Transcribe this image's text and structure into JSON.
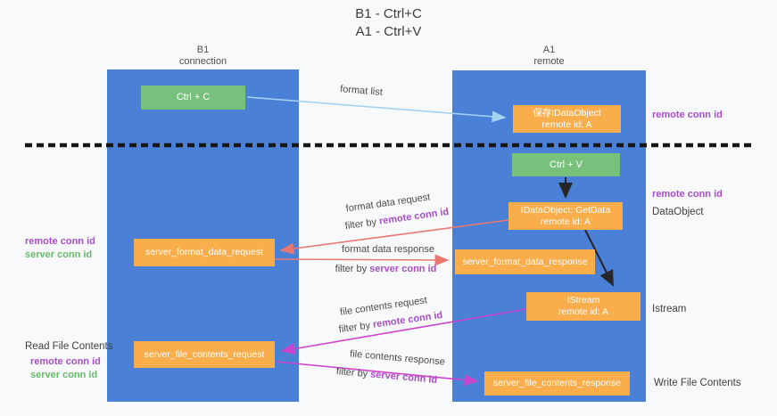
{
  "title": {
    "line1": "B1 - Ctrl+C",
    "line2": "A1 - Ctrl+V"
  },
  "lanes": {
    "left": {
      "header_name": "B1",
      "header_role": "connection"
    },
    "right": {
      "header_name": "A1",
      "header_role": "remote"
    }
  },
  "nodes": {
    "ctrl_c": {
      "label": "Ctrl + C"
    },
    "ctrl_v": {
      "label": "Ctrl + V"
    },
    "save_dataobject": {
      "line1": "保存IDataObject",
      "line2": "remote id: A"
    },
    "getdata": {
      "line1": "IDataObject::GetData",
      "line2": "remote id: A"
    },
    "istream": {
      "line1": "IStream",
      "line2": "remote id: A"
    },
    "server_format_data_request": {
      "label": "server_format_data_request"
    },
    "server_format_data_response": {
      "label": "server_format_data_response"
    },
    "server_file_contents_request": {
      "label": "server_file_contents_request"
    },
    "server_file_contents_response": {
      "label": "server_file_contents_response"
    }
  },
  "side_labels": {
    "remote_conn_id_top": "remote conn id",
    "remote_conn_id_mid": "remote conn id",
    "dataobject": "DataObject",
    "istream": "Istream",
    "write_file_contents": "Write File Contents",
    "left_remote_conn_id_1": "remote conn id",
    "left_server_conn_id_1": "server conn id",
    "read_file_contents": "Read File Contents",
    "left_remote_conn_id_2": "remote conn id",
    "left_server_conn_id_2": "server conn id"
  },
  "annotations": {
    "format_list": "format list",
    "format_data_request": "format data request",
    "filter_by_1_prefix": "filter by ",
    "filter_by_1_key": "remote conn id",
    "format_data_response": "format data response",
    "filter_by_2_prefix": "filter by ",
    "filter_by_2_key": "server conn id",
    "file_contents_request": "file contents request",
    "filter_by_3_prefix": "filter by ",
    "filter_by_3_key": "remote conn id",
    "file_contents_response": "file contents response",
    "filter_by_4_prefix": "filter by ",
    "filter_by_4_key": "server conn id"
  },
  "colors": {
    "lane_blue": "#4a80d5",
    "box_green": "#78c17d",
    "box_orange": "#f9ad4b",
    "arrow_blue": "#a6d2f2",
    "arrow_red": "#e87870",
    "arrow_magenta": "#cc44cc",
    "arrow_black": "#262626",
    "dashed_line": "#161616",
    "text_purple": "#a94dc8",
    "text_green": "#66bb6a",
    "text_dark": "#3f3f3f",
    "background": "#f8f9fb"
  }
}
